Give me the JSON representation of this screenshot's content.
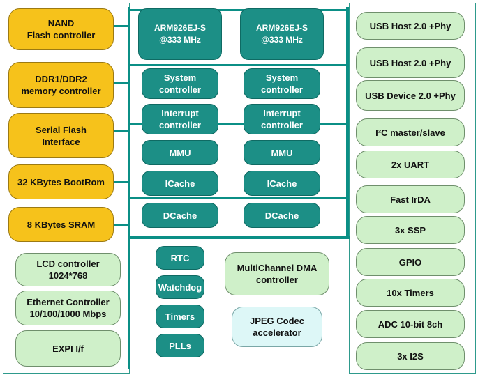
{
  "left_blocks": [
    {
      "label": "NAND\nFlash controller"
    },
    {
      "label": "DDR1/DDR2\nmemory controller"
    },
    {
      "label": "Serial Flash\nInterface"
    },
    {
      "label": "32 KBytes BootRom"
    },
    {
      "label": "8 KBytes SRAM"
    },
    {
      "label": "LCD controller\n1024*768"
    },
    {
      "label": "Ethernet Controller\n10/100/1000 Mbps"
    },
    {
      "label": "EXPI I/f"
    }
  ],
  "cpu1": {
    "title": "ARM926EJ-S\n@333 MHz",
    "units": [
      "System\ncontroller",
      "Interrupt\ncontroller",
      "MMU",
      "ICache",
      "DCache"
    ]
  },
  "cpu2": {
    "title": "ARM926EJ-S\n@333 MHz",
    "units": [
      "System\ncontroller",
      "Interrupt\ncontroller",
      "MMU",
      "ICache",
      "DCache"
    ]
  },
  "center_blocks": [
    {
      "label": "RTC"
    },
    {
      "label": "Watchdog"
    },
    {
      "label": "Timers"
    },
    {
      "label": "PLLs"
    }
  ],
  "dma": {
    "label": "MultiChannel DMA\ncontroller"
  },
  "jpeg": {
    "label": "JPEG Codec\naccelerator"
  },
  "right_blocks": [
    {
      "label": "USB Host 2.0 +Phy"
    },
    {
      "label": "USB Host 2.0 +Phy"
    },
    {
      "label": "USB Device 2.0 +Phy"
    },
    {
      "label": "I²C master/slave"
    },
    {
      "label": "2x UART"
    },
    {
      "label": "Fast IrDA"
    },
    {
      "label": "3x SSP"
    },
    {
      "label": "GPIO"
    },
    {
      "label": "10x Timers"
    },
    {
      "label": "ADC 10-bit 8ch"
    },
    {
      "label": "3x I2S"
    }
  ],
  "colors": {
    "bus": "#0b8f86",
    "yellow": "#f6c21b",
    "mint": "#cff0c9",
    "teal": "#1c8f86",
    "ice": "#ddf7f7"
  }
}
